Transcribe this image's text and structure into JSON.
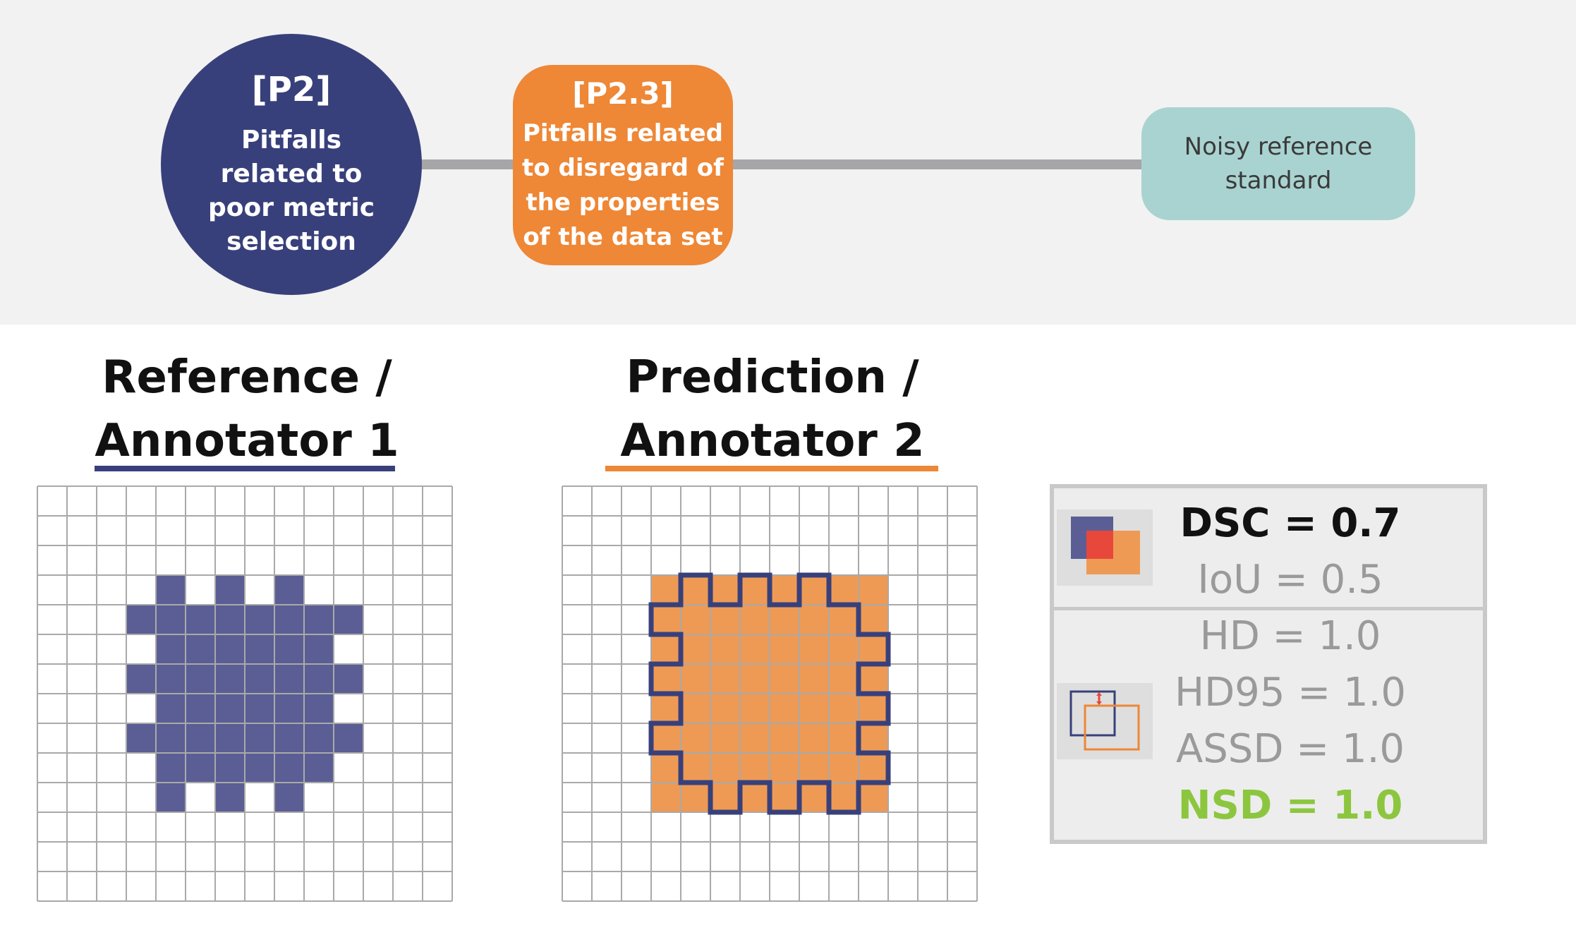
{
  "pitfall_category": {
    "code": "[P2]",
    "description": "Pitfalls related to poor metric selection",
    "color": "#38407b"
  },
  "pitfall_subcategory": {
    "code": "[P2.3]",
    "description": "Pitfalls related to disregard of the properties of the data set",
    "color": "#ee8736"
  },
  "pitfall_source": {
    "label": "Noisy reference standard",
    "color": "#a9d3d0"
  },
  "reference_panel": {
    "title": "Reference / Annotator 1",
    "color": "#38407b"
  },
  "prediction_panel": {
    "title": "Prediction / Annotator 2",
    "color": "#ee8736"
  },
  "metrics": {
    "dsc": "DSC = 0.7",
    "iou": "IoU = 0.5",
    "hd": "HD = 1.0",
    "hd95": "HD95 = 1.0",
    "assd": "ASSD = 1.0",
    "nsd": "NSD = 1.0",
    "highlight_color": "#8cc63f"
  }
}
